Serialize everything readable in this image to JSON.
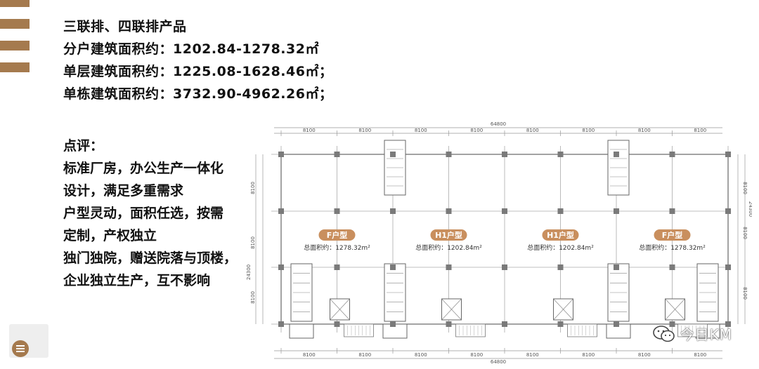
{
  "specs": {
    "title": "三联排、四联排产品",
    "unit_area": "分户建筑面积约：1202.84-1278.32㎡",
    "floor_area": "单层建筑面积约：1225.08-1628.46㎡；",
    "building_area": "单栋建筑面积约：3732.90-4962.26㎡；"
  },
  "review": {
    "heading": "点评：",
    "lines": [
      "标准厂房，办公生产一体化",
      "设计，满足多重需求",
      "户型灵动，面积任选，按需",
      "定制，产权独立",
      "独门独院，赠送院落与顶楼，",
      "企业独立生产，互不影响"
    ]
  },
  "plan": {
    "total_width": "64800",
    "bay": "8100",
    "side_dims": [
      "8100",
      "8100",
      "8100"
    ],
    "side_total": "24300",
    "units": [
      {
        "type": "F户型",
        "area": "总面积约：1278.32m²"
      },
      {
        "type": "H1户型",
        "area": "总面积约：1202.84m²"
      },
      {
        "type": "H1户型",
        "area": "总面积约：1202.84m²"
      },
      {
        "type": "F户型",
        "area": "总面积约：1278.32m²"
      }
    ],
    "badge_color": "#c98f5e",
    "line_color": "#999999",
    "column_color": "#7a7a7a"
  },
  "watermark": {
    "text": "今日KM",
    "icon": "wechat-icon"
  },
  "accent_color": "#a57a4e",
  "corner_icon": "book-icon"
}
